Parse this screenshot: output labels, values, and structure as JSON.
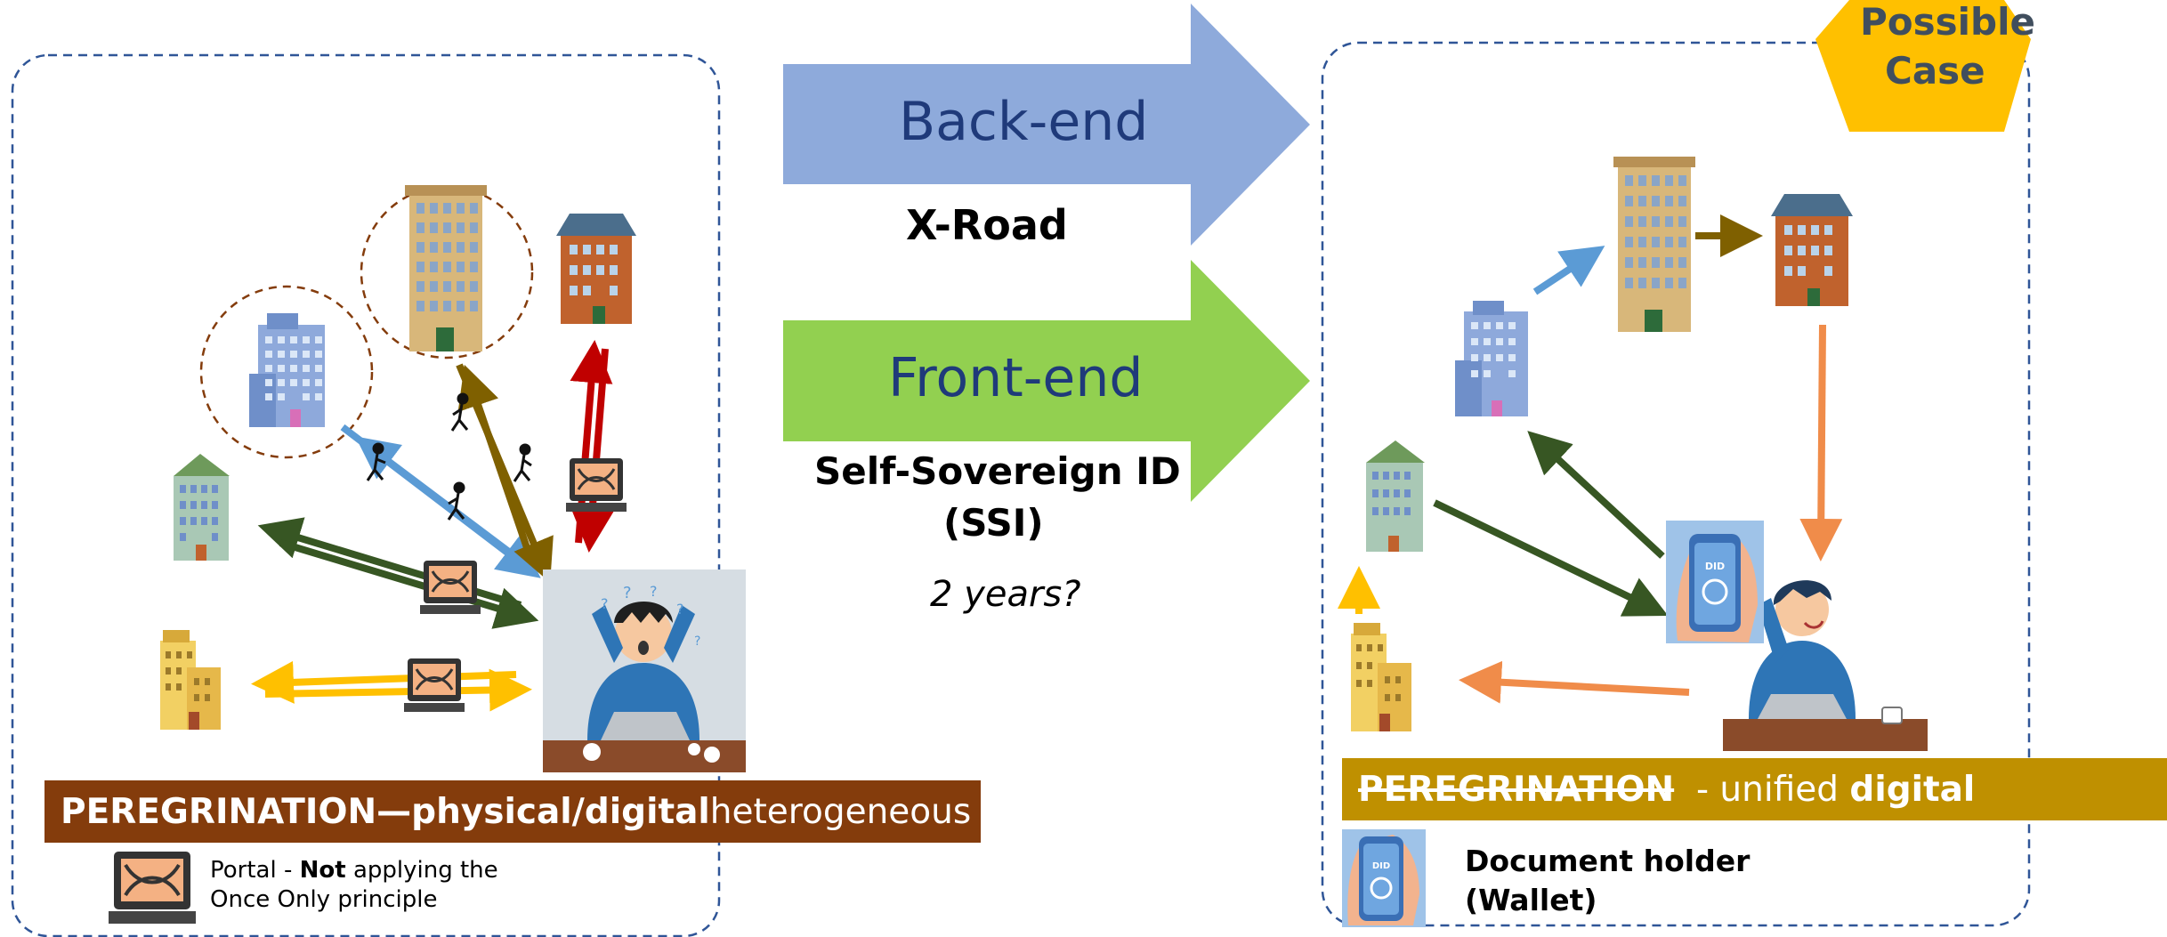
{
  "arrows": {
    "backend_label": "Back-end",
    "backend_sub": "X-Road",
    "frontend_label": "Front-end",
    "frontend_sub_line1": "Self-Sovereign ID",
    "frontend_sub_line2": "(SSI)",
    "timeline": "2 years?"
  },
  "left_panel": {
    "banner_bold": "PEREGRINATION—physical/digital",
    "banner_rest": " heterogeneous",
    "legend_line1_a": "Portal - ",
    "legend_line1_bold": "Not",
    "legend_line1_b": " applying the",
    "legend_line2": "Once Only principle"
  },
  "right_panel": {
    "badge_line1": "Possible",
    "badge_line2": "Case",
    "banner_strike": "PEREGRINATION",
    "banner_dash": "  - unified ",
    "banner_bold": "digital",
    "holder_line1": "Document holder",
    "holder_line2": "(Wallet)",
    "did_label": "DID"
  },
  "colors": {
    "backend_arrow": "#8eaadb",
    "frontend_arrow": "#92d050",
    "badge": "#ffc000",
    "left_banner": "#843c0c",
    "right_banner": "#bf9000",
    "panel_border": "#2f5597",
    "blue_arrow": "#5b9bd5",
    "olive_arrow": "#7f6000",
    "red_arrow": "#c00000",
    "green_arrow": "#375623",
    "yellow_arrow": "#ffc000",
    "orange_arrow": "#f08c4a"
  }
}
